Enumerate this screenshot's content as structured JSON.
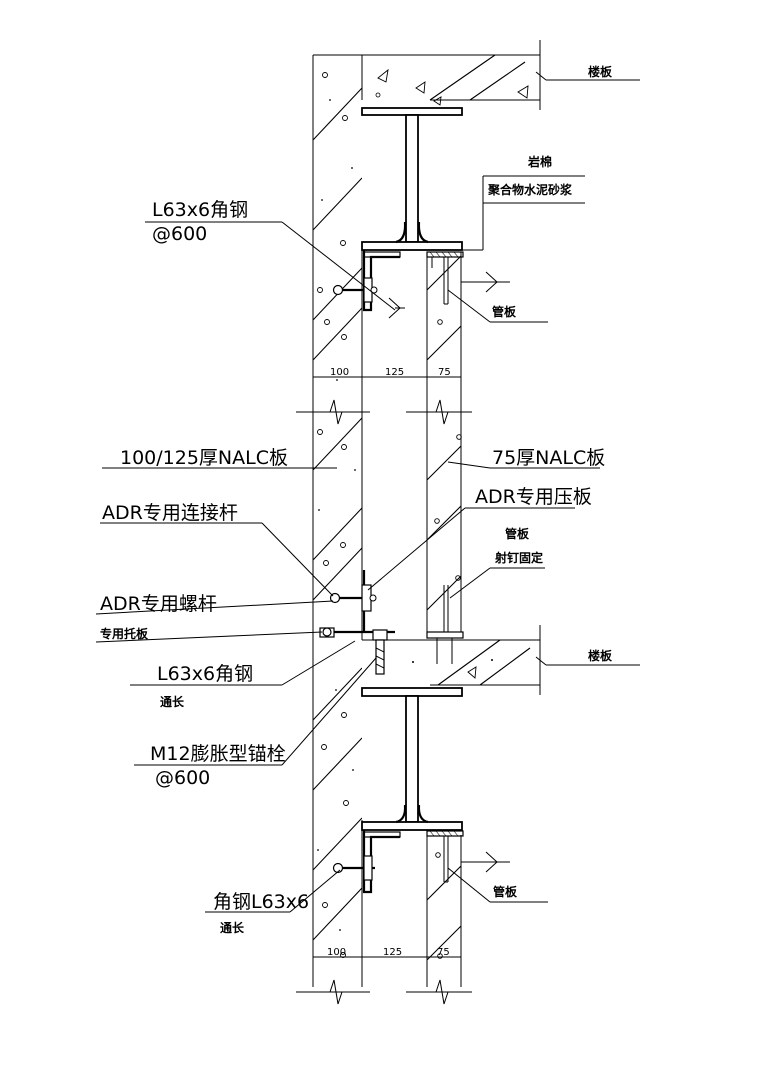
{
  "labels": {
    "floor_top": "楼板",
    "rock_wool": "岩棉",
    "polymer_mortar": "聚合物水泥砂浆",
    "angle_top_line1": "L63x6角钢",
    "angle_top_line2": "@600",
    "pipe_board_top": "管板",
    "dim_100": "100",
    "dim_125": "125",
    "dim_75": "75",
    "nalc_outer": "100/125厚NALC板",
    "nalc_inner": "75厚NALC板",
    "adr_press_plate": "ADR专用压板",
    "adr_rod": "ADR专用连接杆",
    "pipe_board_mid": "管板",
    "nail_fix": "射钉固定",
    "adr_screw": "ADR专用螺杆",
    "tray_plate": "专用托板",
    "floor_mid": "楼板",
    "angle_mid_line1": "L63x6角钢",
    "angle_mid_line2": "通长",
    "anchor_line1": "M12膨胀型锚栓",
    "anchor_line2": "@600",
    "pipe_board_bottom": "管板",
    "angle_bottom_line1": "角钢L63x6",
    "angle_bottom_line2": "通长",
    "dim_100_b": "100",
    "dim_125_b": "125",
    "dim_75_b": "75"
  }
}
